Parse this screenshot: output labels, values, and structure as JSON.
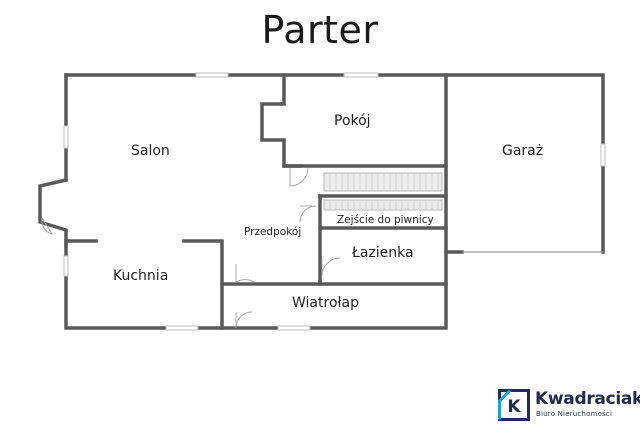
{
  "title": "Parter",
  "rooms": {
    "salon": "Salon",
    "pokoj": "Pokój",
    "garaz": "Garaż",
    "przedpokoj": "Przedpokój",
    "zejscie": "Zejście do piwnicy",
    "lazienka": "Łazienka",
    "kuchnia": "Kuchnia",
    "wiatrolap": "Wiatrołap"
  },
  "logo": {
    "name": "Kwadraciak",
    "subtitle": "Biuro Nieruchomości",
    "mark_letter": "K"
  },
  "colors": {
    "wall": "#595959",
    "brand_navy": "#1e2b52",
    "brand_cyan": "#1aa3d8"
  }
}
